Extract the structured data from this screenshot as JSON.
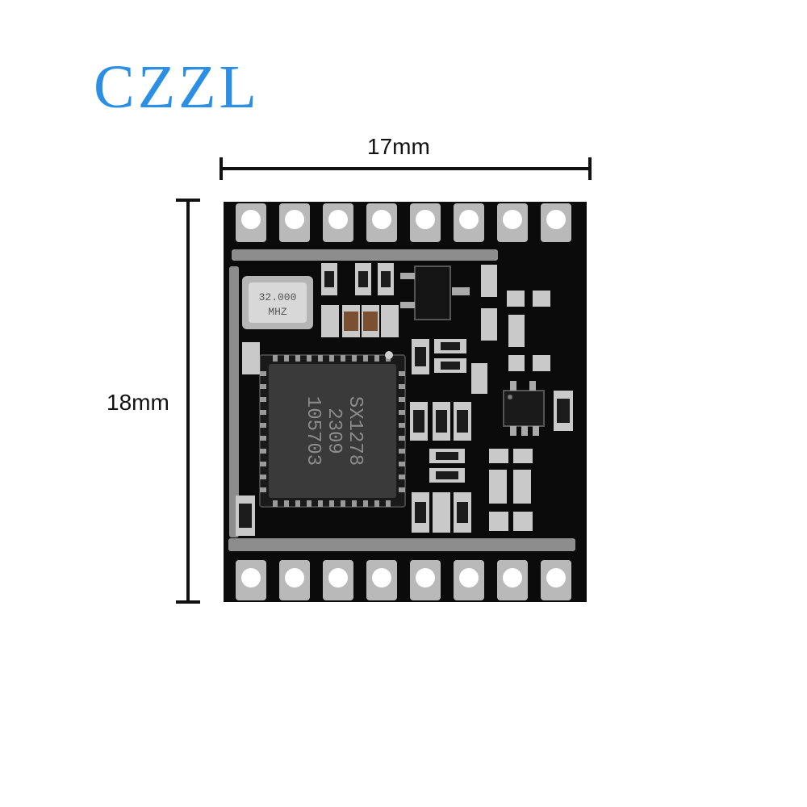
{
  "brand": {
    "logo_text": "CZZL",
    "color": "#2b8fe6"
  },
  "dimensions": {
    "width_label": "17mm",
    "height_label": "18mm"
  },
  "module": {
    "crystal_line1": "32.000",
    "crystal_line2": "MHZ",
    "chip_line1": "SX1278",
    "chip_line2": "2309",
    "chip_line3": "105703",
    "pcb_color": "#0b0b0c"
  }
}
